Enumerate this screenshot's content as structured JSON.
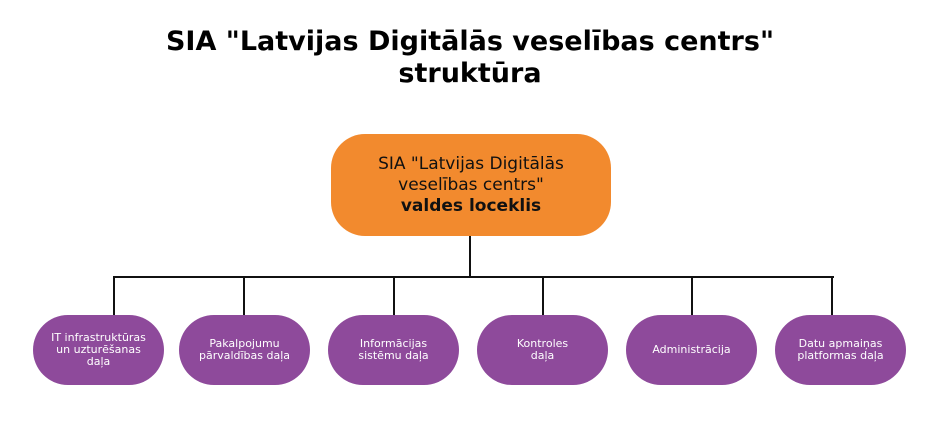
{
  "title": {
    "line1": "SIA \"Latvijas Digitālās veselības centrs\"",
    "line2": "struktūra"
  },
  "top_box": {
    "line1": "SIA \"Latvijas Digitālās",
    "line2": "veselības centrs\"",
    "line3": "valdes loceklis"
  },
  "departments": [
    "IT infrastruktūras un uzturēšanas daļa",
    "Pakalpojumu pārvaldības daļa",
    "Informācijas sistēmu daļa",
    "Kontroles daļa",
    "Administrācija",
    "Datu apmaiņas platformas daļa"
  ],
  "colors": {
    "top": "#F28A2E",
    "department": "#8E4A9B"
  }
}
